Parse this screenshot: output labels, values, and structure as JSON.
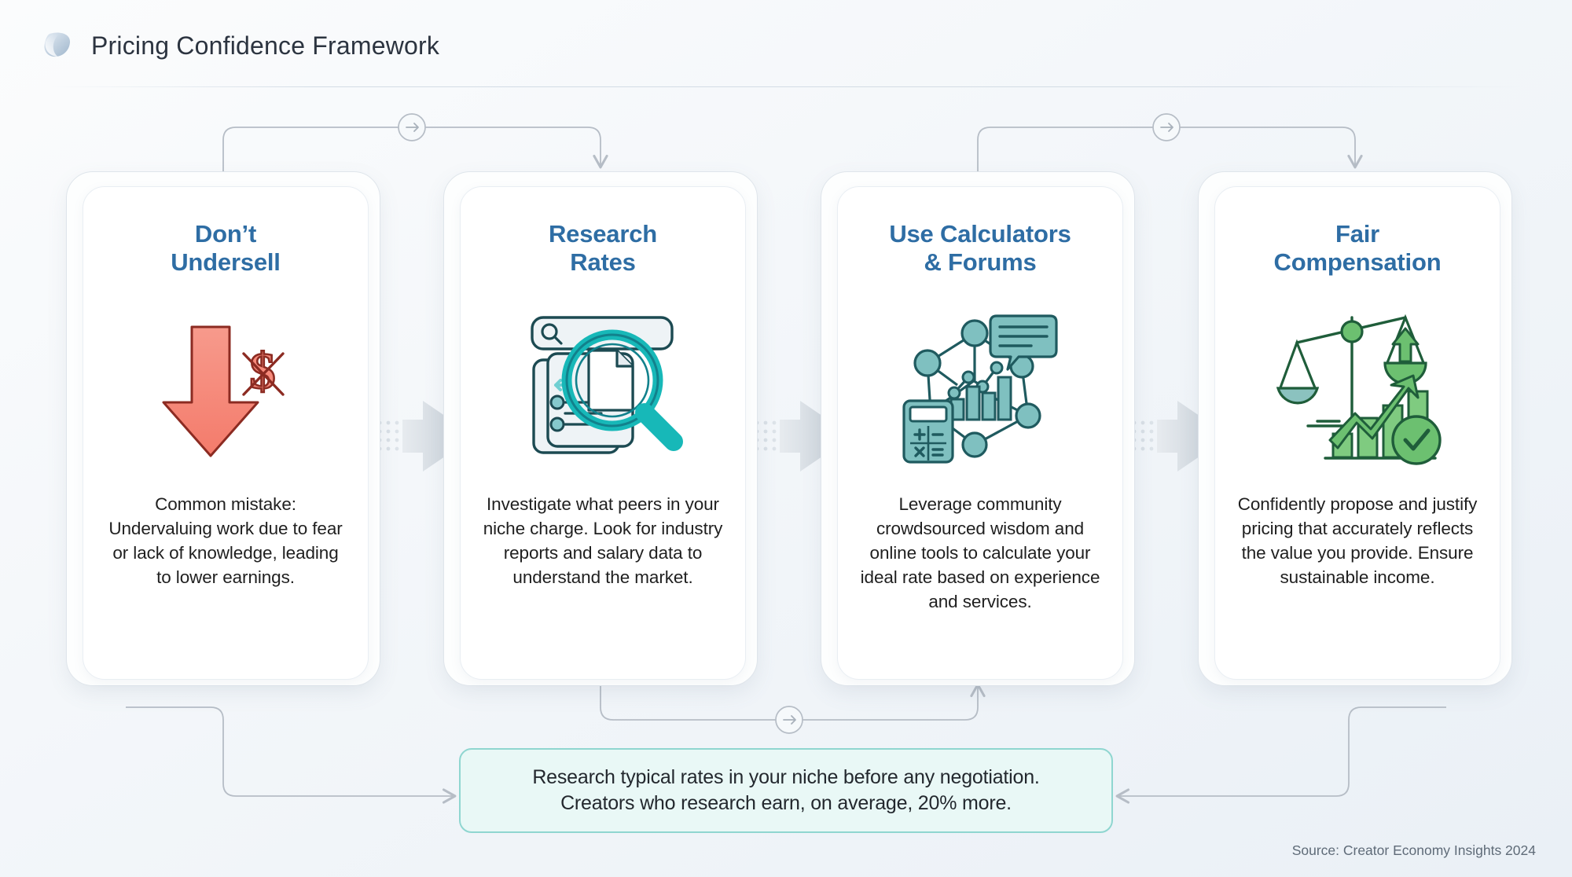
{
  "header": {
    "title": "Pricing Confidence Framework",
    "logo_icon": "leaf-logo-icon"
  },
  "theme": {
    "title_color": "#2e6da4",
    "body_text_color": "#1f1f1f",
    "callout_bg": "#e9f8f6",
    "callout_border": "#8fd6d0",
    "connector_color": "#b6bdc6",
    "page_bg": "#f4f7fa"
  },
  "steps": [
    {
      "title": "Don’t\nUndersell",
      "icon": "down-arrow-no-dollar-icon",
      "description": "Common mistake:\nUndervaluing work due\nto fear or lack of\nknowledge, leading to\nlower earnings."
    },
    {
      "title": "Research\nRates",
      "icon": "magnifier-documents-icon",
      "description": "Investigate what peers\nin your niche charge.\nLook for industry reports\nand salary data to\nunderstand the market."
    },
    {
      "title": "Use Calculators\n& Forums",
      "icon": "calculator-network-chart-icon",
      "description": "Leverage community\ncrowdsourced wisdom\nand online tools to\ncalculate your ideal rate\nbased on experience and\nservices."
    },
    {
      "title": "Fair\nCompensation",
      "icon": "scales-growth-check-icon",
      "description": "Confidently propose\nand justify pricing that\naccurately reflects the\nvalue you provide. Ensure\nsustainable income."
    }
  ],
  "callout": {
    "text": "Research typical rates in your niche before any negotiation.\nCreators who research earn, on average, 20% more."
  },
  "footer": {
    "source": "Source: Creator Economy Insights 2024"
  }
}
